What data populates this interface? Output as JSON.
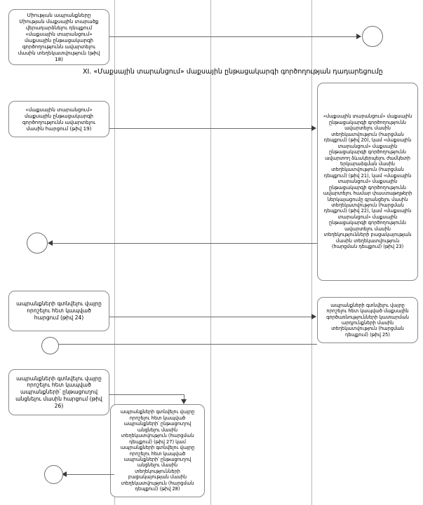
{
  "document": {
    "section_heading": "XI. «Մաքսային տարանցում» մաքսային ընթացակարգի գործողության դադարեցումը"
  },
  "boxes": {
    "box18": "Միության ապրանքները Միության մաքսային տարածք վերադարձնելու դեպքում «մաքսային տարանցում» մաքսային ընթացակարգի գործողությունն ավարտելու մասին տեղեկատվություն (թիվ 18)",
    "box19": "«մաքսային տարանցում» մաքսային ընթացակարգի գործողությունն ավարտելու մասին հարցում (թիվ 19)",
    "box20_23": "«մաքսային տարանցում» մաքսային ընթացակարգի գործողությունն ավարտելու մասին տեղեկատվություն (հարցման դեպքում) (թիվ 20), կամ «մաքսային տարանցում» մաքսային ընթացակարգի գործողությունն ավարտող ձևակերպելու ժամկետի երկարաձգման մասին տեղեկատվություն (հարցման դեպքում) (թիվ 21), կամ «մաքսային տարանցում» մաքսային ընթացակարգի գործողությունն ավարտելու համար փաստաթղթերի ներկայացումը գրանցելու մասին տեղեկատվություն (հարցման դեպքում) (թիվ 22), կամ «մաքսային տարանցում» մաքսային ընթացակարգի գործողությունն ավարտելու մասին տեղեկությունների բացակայության մասին տեղեկատվություն (հարցման դեպքում) (թիվ 23)",
    "box24": "ապրանքների գտնվելու վայրը որոշելու հետ կապված հարցում (թիվ 24)",
    "box25": "ապրանքների գտնվելու վայրը որոշելու հետ կապված մաքսային գործառնությունների կատարման արդյունքների մասին տեղեկատվություն (հարցման դեպքում) (թիվ 25)",
    "box26": "ապրանքների գտնվելու վայրը որոշելու հետ կապված ապրանքների՝ ընթացուղով անցնելու մասին հարցում (թիվ 26)",
    "box27_28": "ապրանքների գտնվելու վայրը որոշելու հետ կապված ապրանքների՝ ընթացուղով անցնելու մասին տեղեկատվություն (հարցման դեպքում) (թիվ 27) կամ ապրանքների գտնվելու վայրը որոշելու հետ կապված ապրանքների՝ ընթացուղով անցնելու մասին տեղեկությունների բացակայության մասին տեղեկատվություն (հարցման դեպքում) (թիվ 28)"
  },
  "connectors": {
    "circle_1": "",
    "circle_2": "",
    "circle_3": "",
    "circle_4": ""
  }
}
